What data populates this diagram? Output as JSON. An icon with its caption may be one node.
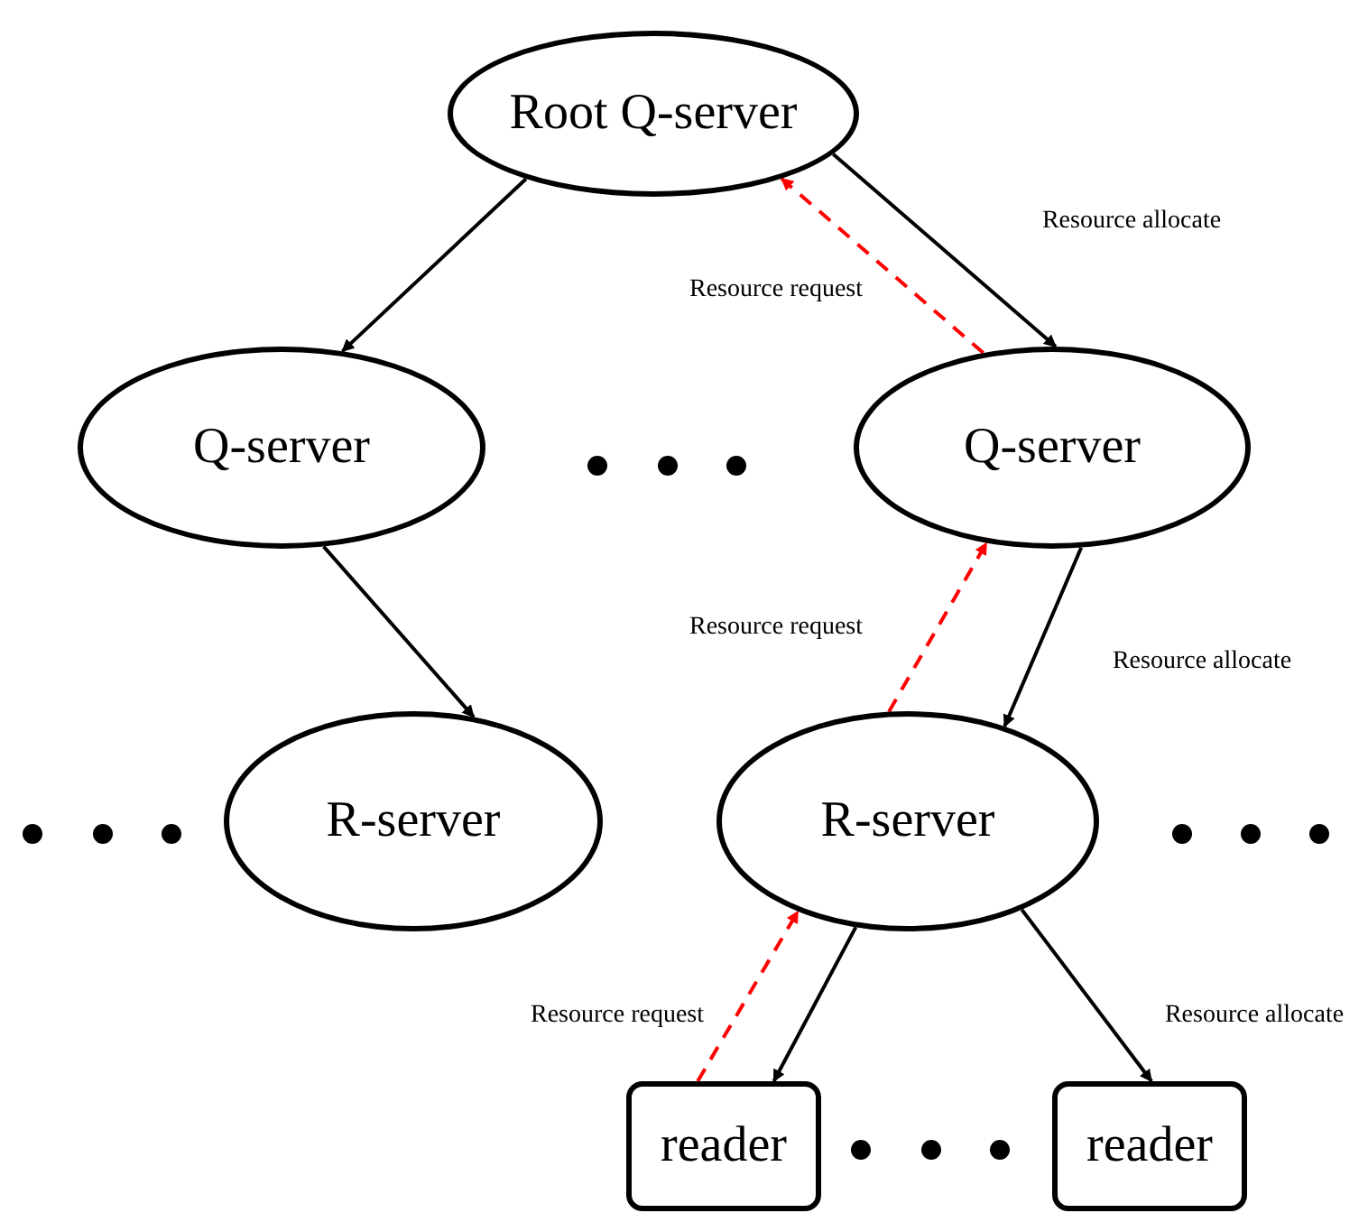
{
  "diagram": {
    "nodes": [
      {
        "text": [
          "Root Q-server"
        ]
      },
      {
        "text": [
          "Q-server"
        ]
      },
      {
        "text": [
          "Q-server"
        ]
      },
      {
        "text": [
          "R-server"
        ]
      },
      {
        "text": [
          "R-server"
        ]
      },
      {
        "text": [
          "reader"
        ]
      },
      {
        "text": [
          "reader"
        ]
      }
    ],
    "edges": [
      {
        "from": 0,
        "to": 1,
        "arrow": "to"
      },
      {
        "from": 0,
        "to": 2,
        "arrow": "to",
        "label": "Resource allocate"
      },
      {
        "from": 2,
        "to": 0,
        "arrow": "to",
        "label": "Resource request",
        "style": "dashed",
        "color": "#ff0000"
      },
      {
        "from": 1,
        "to": 3,
        "arrow": "to"
      },
      {
        "from": 2,
        "to": 4,
        "arrow": "to",
        "label": "Resource allocate"
      },
      {
        "from": 4,
        "to": 2,
        "arrow": "to",
        "label": "Resource request",
        "style": "dashed",
        "color": "#ff0000"
      },
      {
        "from": 4,
        "to": 5,
        "arrow": "to"
      },
      {
        "from": 4,
        "to": 6,
        "arrow": "to",
        "label": "Resource allocate"
      },
      {
        "from": 5,
        "to": 4,
        "arrow": "to",
        "label": "Resource request",
        "style": "dashed",
        "color": "#ff0000"
      }
    ]
  }
}
